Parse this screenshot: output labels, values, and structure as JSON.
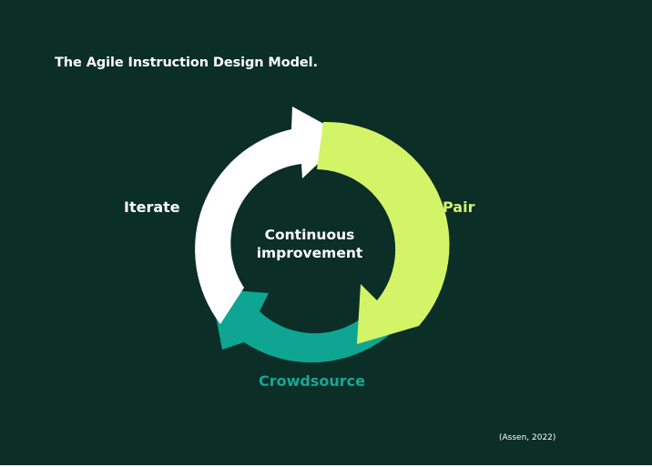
{
  "slide": {
    "title": "The Agile Instruction Design Model.",
    "center_text": {
      "line1": "Continuous",
      "line2": "improvement"
    },
    "stages": [
      {
        "label": "Iterate",
        "color": "#ffffff"
      },
      {
        "label": "Pair",
        "color": "#d4f467"
      },
      {
        "label": "Crowdsource",
        "color": "#14a896"
      }
    ],
    "citation": "(Assen, 2022)",
    "colors": {
      "background": "#0b2e27",
      "iterate_arrow": "#ffffff",
      "pair_arrow": "#d4f467",
      "crowdsource_arrow": "#0fa593"
    }
  }
}
